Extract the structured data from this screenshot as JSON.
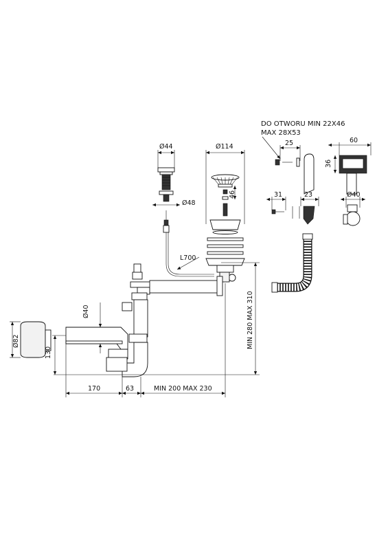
{
  "labels": {
    "note_line1": "DO OTWORU MIN 22X46",
    "note_line2": "MAX 28X53",
    "d44": "Ø44",
    "d114": "Ø114",
    "d48": "Ø48",
    "h46": "46",
    "w25": "25",
    "w60": "60",
    "h36": "36",
    "w31": "31",
    "w23": "23",
    "d40_right": "Ø40",
    "l700": "L700",
    "d40_left": "Ø40",
    "d82": "Ø82",
    "h130": "130",
    "height_range": "MIN 280 MAX 310",
    "w170": "170",
    "w63": "63",
    "width_range": "MIN 200 MAX 230"
  }
}
